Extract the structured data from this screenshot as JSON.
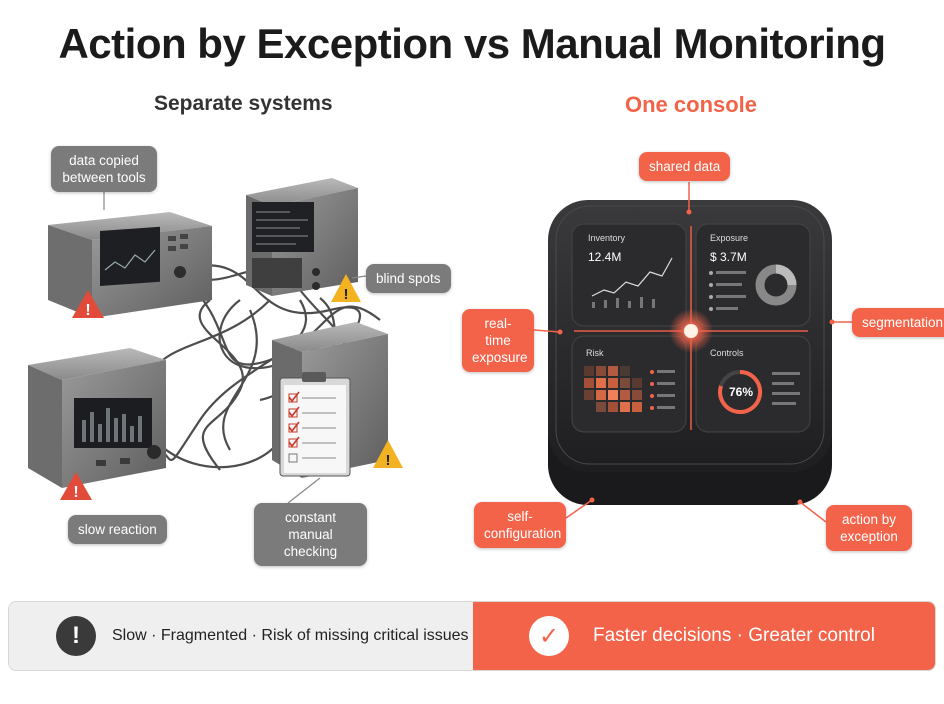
{
  "title": "Action by Exception vs Manual Monitoring",
  "left_heading": "Separate systems",
  "right_heading": "One console",
  "left_callouts": {
    "copied": "data copied between tools",
    "blind": "blind spots",
    "slow": "slow reaction",
    "manual": "constant manual checking"
  },
  "right_callouts": {
    "shared": "shared data",
    "realtime": "real-time exposure",
    "segmentation": "segmentation",
    "selfconfig": "self-configuration",
    "exception": "action by exception"
  },
  "console": {
    "inventory_label": "Inventory",
    "inventory_value": "12.4M",
    "exposure_label": "Exposure",
    "exposure_value": "$ 3.7M",
    "risk_label": "Risk",
    "controls_label": "Controls",
    "controls_value": "76%"
  },
  "banner": {
    "left_text": "Slow · Fragmented · Risk of missing critical issues",
    "right_text": "Faster decisions · Greater control",
    "left_icon": "exclamation-icon",
    "right_icon": "checkmark-icon"
  },
  "colors": {
    "accent": "#f2634a",
    "grey_tag": "#7b7b7b",
    "dark": "#2a2a2a"
  }
}
